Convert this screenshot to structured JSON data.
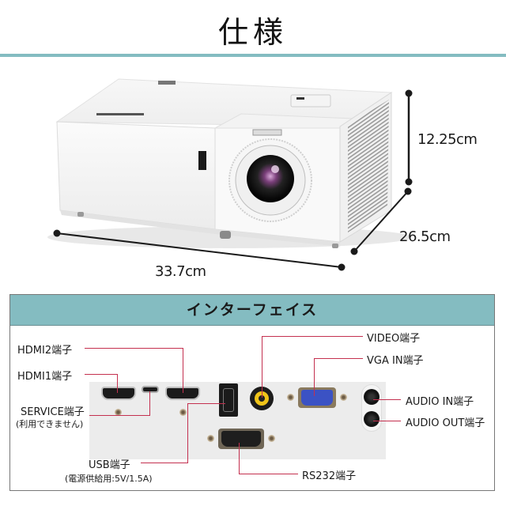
{
  "title": "仕様",
  "colors": {
    "accent_teal": "#84bcc1",
    "leader_line": "#c4304f",
    "text": "#1a1a1a",
    "vga_blue": "#3b52c4",
    "video_yellow": "#f0c419"
  },
  "dimensions": {
    "height": "12.25cm",
    "depth": "26.5cm",
    "width": "33.7cm"
  },
  "interface": {
    "header": "インターフェイス",
    "ports": [
      {
        "id": "hdmi2",
        "label": "HDMI2端子",
        "note": ""
      },
      {
        "id": "hdmi1",
        "label": "HDMI1端子",
        "note": ""
      },
      {
        "id": "service",
        "label": "SERVICE端子",
        "note": "(利用できません)"
      },
      {
        "id": "usb",
        "label": "USB端子",
        "note": "(電源供給用:5V/1.5A)"
      },
      {
        "id": "video",
        "label": "VIDEO端子",
        "note": ""
      },
      {
        "id": "vga_in",
        "label": "VGA IN端子",
        "note": ""
      },
      {
        "id": "audio_in",
        "label": "AUDIO IN端子",
        "note": ""
      },
      {
        "id": "audio_out",
        "label": "AUDIO OUT端子",
        "note": ""
      },
      {
        "id": "rs232",
        "label": "RS232端子",
        "note": ""
      }
    ]
  }
}
